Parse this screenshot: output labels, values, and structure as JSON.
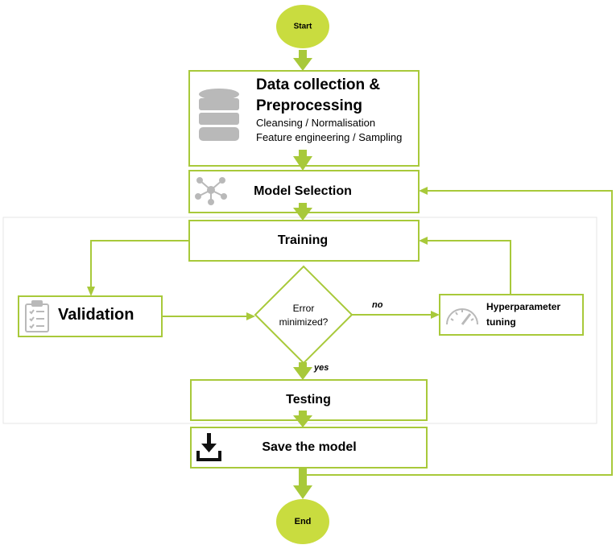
{
  "flowchart": {
    "start": {
      "label": "Start"
    },
    "data_collection": {
      "title_line1": "Data collection &",
      "title_line2": "Preprocessing",
      "detail_line1": "Cleansing / Normalisation",
      "detail_line2": "Feature engineering / Sampling",
      "icon": "database-icon"
    },
    "model_selection": {
      "label": "Model Selection",
      "icon": "network-icon"
    },
    "training": {
      "label": "Training"
    },
    "validation": {
      "label": "Validation",
      "icon": "clipboard-checklist-icon"
    },
    "decision": {
      "line1": "Error",
      "line2": "minimized?"
    },
    "branch_no": "no",
    "branch_yes": "yes",
    "hyperparameter": {
      "line1": "Hyperparameter",
      "line2": "tuning",
      "icon": "gauge-icon"
    },
    "testing": {
      "label": "Testing"
    },
    "save_model": {
      "label": "Save the model",
      "icon": "download-icon"
    },
    "end": {
      "label": "End"
    }
  },
  "colors": {
    "accent": "#a8c93a",
    "terminal_fill": "#c9dc3f",
    "icon_gray": "#b9b9b9",
    "panel_border": "#e6e6e6"
  }
}
